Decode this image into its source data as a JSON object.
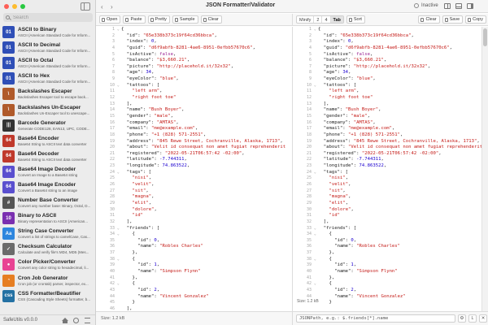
{
  "app": {
    "window_title": "JSON Formatter/Validator",
    "status": "Inactive",
    "version": "SafeUtils v0.0.0"
  },
  "sidebar": {
    "search_placeholder": "Search",
    "items": [
      {
        "title": "ASCII to Binary",
        "desc": "ASCII (American Standard Code for Inform...",
        "icon": "01",
        "color": "#2f4fb7"
      },
      {
        "title": "ASCII to Decimal",
        "desc": "ASCII (American Standard Code for Inform...",
        "icon": "01",
        "color": "#2f4fb7"
      },
      {
        "title": "ASCII to Octal",
        "desc": "ASCII (American Standard Code for Inform...",
        "icon": "01",
        "color": "#2f4fb7"
      },
      {
        "title": "ASCII to Hex",
        "desc": "ASCII (American Standard Code for Inform...",
        "icon": "01",
        "color": "#2f4fb7"
      },
      {
        "title": "Backslashes Escaper",
        "desc": "Backslashes Escaper tool to escape back...",
        "icon": "\\",
        "color": "#b05a2a"
      },
      {
        "title": "Backslashes Un-Escaper",
        "desc": "Backslashes Un-Escaper tool to unescape...",
        "icon": "\\",
        "color": "#b05a2a"
      },
      {
        "title": "Barcode Generator",
        "desc": "Generate CODE128, EAN13, UPC, CODE...",
        "icon": "|||",
        "color": "#333333"
      },
      {
        "title": "Base64 Encoder",
        "desc": "Base64 String to ASCII text data converter",
        "icon": "64",
        "color": "#c0392b"
      },
      {
        "title": "Base64 Decoder",
        "desc": "Base64 String to ASCII text data converter",
        "icon": "64",
        "color": "#c0392b"
      },
      {
        "title": "Base64 Image Decoder",
        "desc": "Convert an Image to a Base64 string",
        "icon": "64",
        "color": "#5a4fcf"
      },
      {
        "title": "Base64 Image Encoder",
        "desc": "Convert a Base64 string to an image",
        "icon": "64",
        "color": "#5a4fcf"
      },
      {
        "title": "Number Base Converter",
        "desc": "Convert any number base: Binary, Octal, D...",
        "icon": "#",
        "color": "#555555"
      },
      {
        "title": "Binary to ASCII",
        "desc": "Binary representation to ASCII (American...",
        "icon": "10",
        "color": "#7a2fb0"
      },
      {
        "title": "String Case Converter",
        "desc": "Convert a list of strings to camelCase, Cas...",
        "icon": "Aa",
        "color": "#2e86de"
      },
      {
        "title": "Checksum Calculator",
        "desc": "Calculate and verify file's MD4, MD5 (Mes...",
        "icon": "✓",
        "color": "#6b6b6b"
      },
      {
        "title": "Color Picker/Converter",
        "desc": "Convert any color string to hexadecimal, li...",
        "icon": "●",
        "color": "#e84393"
      },
      {
        "title": "Cron Job Generator",
        "desc": "Cron job (or crontab) parser, inspector, ex...",
        "icon": "◔",
        "color": "#e67e22"
      },
      {
        "title": "CSS Formatter/Beautifier",
        "desc": "CSS (Cascading Style Sheets) formatter, b...",
        "icon": "css",
        "color": "#2471a3"
      }
    ]
  },
  "left_toolbar": {
    "open": "Open",
    "paste": "Paste",
    "pretty": "Pretty",
    "sample": "Sample",
    "clear": "Clear"
  },
  "right_toolbar": {
    "minify": "Minify",
    "indent_2": "2",
    "indent_4": "4",
    "tab": "Tab",
    "sort": "Sort",
    "clear": "Clear",
    "save": "Save",
    "copy": "Copy"
  },
  "left_footer": {
    "size": "Size: 1.2 kB"
  },
  "right_footer": {
    "size": "Size: 1.2 kB",
    "path_placeholder": "JSONPath, e.g.: $.friends[*].name",
    "btn_a": "⚙",
    "btn_b": "L"
  },
  "left_editor": {
    "lines": [
      "{",
      "  \"id\": \"65e338b373c19f64cd36bbca\",",
      "  \"index\": 0,",
      "  \"guid\": \"d6f9abfb-8281-4ae6-8951-0efbb57670c6\",",
      "  \"isActive\": false,",
      "  \"balance\": \"$3,660.21\",",
      "  \"picture\": \"http://placehold.it/32x32\",",
      "  \"age\": 34,",
      "  \"eyeColor\": \"blue\",",
      "  \"tattoos\": [",
      "    \"left arm\",",
      "    \"right foot toe\"",
      "  ],",
      "  \"name\": \"Bush Boyer\",",
      "  \"gender\": \"male\",",
      "  \"company\": \"AMTAS\",",
      "  \"email\": \"me@example.com\",",
      "  \"phone\": \"+1 (828) 571-2551\",",
      "  \"address\": \"845 Rewe Street, Cochranville, Alaska, 1713\",",
      "  \"about\": \"Velit id consequat non amet fugiat reprehenderit",
      "  \"registered\": \"2022-05-21T06:57:42 -02:00\",",
      "  \"latitude\": -7.744311,",
      "  \"longitude\": 74.863522,",
      "  \"tags\": [",
      "    \"nisi\",",
      "    \"velit\",",
      "    \"sit\",",
      "    \"magna\",",
      "    \"elit\",",
      "    \"dolore\",",
      "    \"id\"",
      "  ],",
      "  \"friends\": [",
      "    {",
      "      \"id\": 0,",
      "      \"name\": \"Robles Charles\"",
      "    },",
      "    {",
      "      \"id\": 1,",
      "      \"name\": \"Simpson Flynn\"",
      "    },",
      "    {",
      "      \"id\": 2,",
      "      \"name\": \"Vincent Gonzalez\"",
      "    }",
      "  ],"
    ]
  },
  "right_editor": {
    "lines": [
      "{",
      "  \"id\": \"65e338b373c19f64cd36bbca\",",
      "  \"index\": 0,",
      "  \"guid\": \"d6f9abfb-8281-4ae6-8951-0efbb57670c6\",",
      "  \"isActive\": false,",
      "  \"balance\": \"$3,660.21\",",
      "  \"picture\": \"http://placehold.it/32x32\",",
      "  \"age\": 34,",
      "  \"eyeColor\": \"blue\",",
      "  \"tattoos\": [",
      "    \"left arm\",",
      "    \"right foot toe\"",
      "  ],",
      "  \"name\": \"Bush Boyer\",",
      "  \"gender\": \"male\",",
      "  \"company\": \"AMTAS\",",
      "  \"email\": \"me@example.com\",",
      "  \"phone\": \"+1 (828) 571-2551\",",
      "  \"address\": \"845 Rewe Street, Cochranville, Alaska, 1713\",",
      "  \"about\": \"Velit id consequat non amet fugiat reprehenderit",
      "  \"registered\": \"2022-05-21T06:57:42 -02:00\",",
      "  \"latitude\": -7.744311,",
      "  \"longitude\": 74.863522,",
      "  \"tags\": [",
      "    \"nisi\",",
      "    \"velit\",",
      "    \"sit\",",
      "    \"magna\",",
      "    \"elit\",",
      "    \"dolore\",",
      "    \"id\"",
      "  ],",
      "  \"friends\": [",
      "    {",
      "      \"id\": 0,",
      "      \"name\": \"Robles Charles\"",
      "    },",
      "    {",
      "      \"id\": 1,",
      "      \"name\": \"Simpson Flynn\"",
      "    },",
      "    {",
      "      \"id\": 2,",
      "      \"name\": \"Vincent Gonzalez\"",
      "    }"
    ]
  }
}
